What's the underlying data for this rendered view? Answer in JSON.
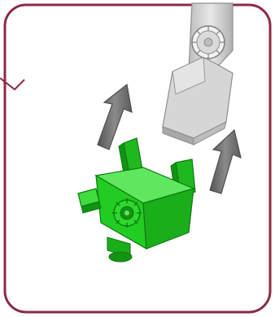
{
  "figure": {
    "kind": "assembly-instruction-step",
    "colors": {
      "frame_border": "#8B2A45",
      "background": "#ffffff",
      "green_part": "#22CC22",
      "green_dark": "#139313",
      "green_light": "#5FE85F",
      "gray_part": "#C9C9C9",
      "gray_dark": "#8E8E8E",
      "gray_light": "#EDEDED",
      "arrow": "#7A7A7A",
      "arrow_dark": "#4F4F4F"
    },
    "parts": [
      {
        "name": "green-servo-mount",
        "color": "green"
      },
      {
        "name": "gray-horn-bracket",
        "color": "gray"
      }
    ],
    "arrows": [
      {
        "name": "left-arrow",
        "direction": "up-right"
      },
      {
        "name": "right-arrow",
        "direction": "up-right"
      }
    ]
  }
}
